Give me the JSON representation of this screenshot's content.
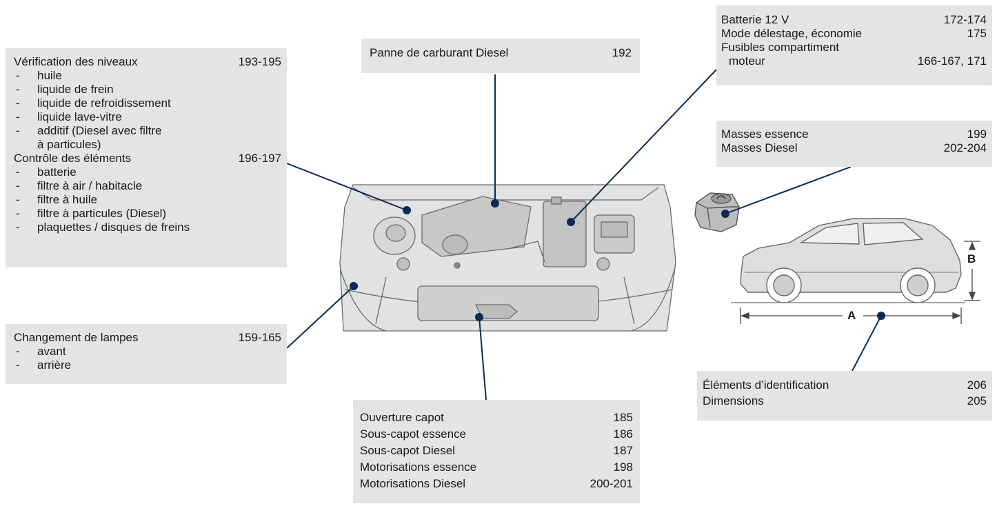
{
  "colors": {
    "box_bg": "#e4e4e4",
    "leader": "#0b2a55",
    "text": "#1a1a1a"
  },
  "levels": {
    "title": "Vérification des niveaux",
    "pages": "193-195",
    "items": [
      "huile",
      "liquide de frein",
      "liquide de refroidissement",
      "liquide lave-vitre",
      "additif (Diesel avec filtre"
    ],
    "item_cont": "à particules)",
    "controls_title": "Contrôle des éléments",
    "controls_pages": "196-197",
    "controls": [
      "batterie",
      "filtre à air / habitacle",
      "filtre à huile",
      "filtre à particules (Diesel)",
      "plaquettes / disques de freins"
    ]
  },
  "fuel": {
    "label": "Panne de carburant Diesel",
    "pages": "192"
  },
  "battery": {
    "rows": [
      {
        "label": "Batterie 12 V",
        "pages": "172-174"
      },
      {
        "label": "Mode délestage, économie",
        "pages": "175"
      }
    ],
    "fuses_line1": "Fusibles compartiment",
    "fuses_line2": "moteur",
    "fuses_pages": "166-167, 171"
  },
  "masses": {
    "rows": [
      {
        "label": "Masses essence",
        "pages": "199"
      },
      {
        "label": "Masses Diesel",
        "pages": "202-204"
      }
    ]
  },
  "lamps": {
    "title": "Changement de lampes",
    "pages": "159-165",
    "items": [
      "avant",
      "arrière"
    ]
  },
  "bonnet": {
    "rows": [
      {
        "label": "Ouverture capot",
        "pages": "185"
      },
      {
        "label": "Sous-capot essence",
        "pages": "186"
      },
      {
        "label": "Sous-capot Diesel",
        "pages": "187"
      },
      {
        "label": "Motorisations essence",
        "pages": "198"
      },
      {
        "label": "Motorisations Diesel",
        "pages": "200-201"
      }
    ]
  },
  "identification": {
    "rows": [
      {
        "label": "Éléments d’identification",
        "pages": "206"
      },
      {
        "label": "Dimensions",
        "pages": "205"
      }
    ]
  },
  "dimensions": {
    "length_label": "A",
    "height_label": "B"
  }
}
